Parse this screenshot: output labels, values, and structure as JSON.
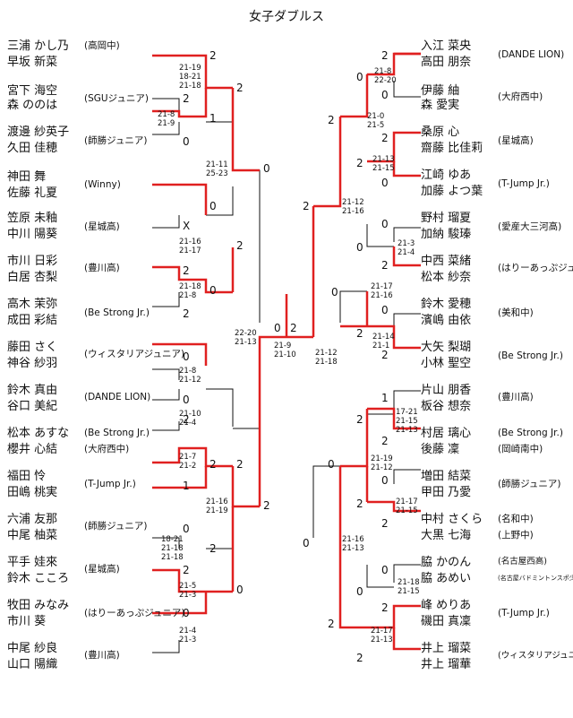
{
  "title": "女子ダブルス",
  "left_pairs": [
    {
      "p1": "三浦 かし乃",
      "p2": "早坂 新菜",
      "team": "(高岡中)"
    },
    {
      "p1": "宮下 海空",
      "p2": "森 ののは",
      "team": "(SGUジュニア)"
    },
    {
      "p1": "渡邊 紗英子",
      "p2": "久田 佳穂",
      "team": "(師勝ジュニア)"
    },
    {
      "p1": "神田 舞",
      "p2": "佐藤 礼夏",
      "team": "(Winny)"
    },
    {
      "p1": "笠原 未釉",
      "p2": "中川 陽葵",
      "team": "(星城高)"
    },
    {
      "p1": "市川 日彩",
      "p2": "白居 杏梨",
      "team": "(豊川高)"
    },
    {
      "p1": "高木 茉弥",
      "p2": "成田 彩結",
      "team": "(Be Strong Jr.)"
    },
    {
      "p1": "藤田 さく",
      "p2": "神谷 紗羽",
      "team": "(ウィスタリアジュニア)"
    },
    {
      "p1": "鈴木 真由",
      "p2": "谷口 美紀",
      "team": "(DANDE LION)"
    },
    {
      "p1": "松本 あすな",
      "p2": "櫻井 心結",
      "team": "(Be Strong Jr.)",
      "team2": "(大府西中)"
    },
    {
      "p1": "福田 怜",
      "p2": "田嶋 桃実",
      "team": "(T-Jump Jr.)"
    },
    {
      "p1": "六浦 友那",
      "p2": "中尾 柚菜",
      "team": "(師勝ジュニア)"
    },
    {
      "p1": "平手 娃來",
      "p2": "鈴木 こころ",
      "team": "(星城高)"
    },
    {
      "p1": "牧田 みなみ",
      "p2": "市川 葵",
      "team": "(はりーあっぷジュニア)"
    },
    {
      "p1": "中尾 紗良",
      "p2": "山口 陽織",
      "team": "(豊川高)"
    }
  ],
  "right_pairs": [
    {
      "p1": "入江 菜央",
      "p2": "高田 朋奈",
      "team": "(DANDE LION)"
    },
    {
      "p1": "伊藤 紬",
      "p2": "森 愛実",
      "team": "(大府西中)"
    },
    {
      "p1": "桑原 心",
      "p2": "齋藤 比佳莉",
      "team": "(星城高)"
    },
    {
      "p1": "江崎 ゆあ",
      "p2": "加藤 よつ葉",
      "team": "(T-Jump Jr.)"
    },
    {
      "p1": "野村 瑠夏",
      "p2": "加納 駿瑧",
      "team": "(愛産大三河高)"
    },
    {
      "p1": "中西 菜緒",
      "p2": "松本 紗奈",
      "team": "(はりーあっぷジュニア)"
    },
    {
      "p1": "鈴木 愛穂",
      "p2": "濱嶋 由依",
      "team": "(美和中)"
    },
    {
      "p1": "大矢 梨瑚",
      "p2": "小林 聖空",
      "team": "(Be Strong Jr.)"
    },
    {
      "p1": "片山 朋香",
      "p2": "板谷 想奈",
      "team": "(豊川高)"
    },
    {
      "p1": "村居 璃心",
      "p2": "後藤 凜",
      "team": "(Be Strong Jr.)",
      "team2": "(岡崎南中)"
    },
    {
      "p1": "増田 結菜",
      "p2": "甲田 乃愛",
      "team": "(師勝ジュニア)"
    },
    {
      "p1": "中村 さくら",
      "p2": "大黒 七海",
      "team": "(名和中)",
      "team2": "(上野中)"
    },
    {
      "p1": "脇 かのん",
      "p2": "脇 あめい",
      "team": "(名古屋西高)",
      "team2": "(名古屋バドミントンスポ少)"
    },
    {
      "p1": "峰 めりあ",
      "p2": "磯田 真凜",
      "team": "(T-Jump Jr.)"
    },
    {
      "p1": "井上 瑠菜",
      "p2": "井上 瑠華",
      "team": "(ウィスタリアジュニア)"
    }
  ],
  "results": {
    "l_r1": [
      "2",
      "2",
      "1",
      "0",
      "0",
      "X",
      "2",
      "0",
      "2",
      "0",
      "0",
      "2",
      "2",
      "1",
      "0",
      "2",
      "2",
      "0"
    ],
    "l_r1_scores": [
      "21-19",
      "18-21",
      "21-18",
      "21-8",
      "21-9",
      "21-16",
      "21-17",
      "21-18",
      "21-8",
      "21-8",
      "21-12",
      "21-10",
      "21-4",
      "21-7",
      "21-2",
      "18-21",
      "21-18",
      "21-18",
      "21-5",
      "21-3",
      "21-4",
      "21-3"
    ],
    "l_r2": [
      "2",
      "0",
      "0",
      "2",
      "0",
      "2",
      "0",
      "2"
    ],
    "l_r2_scores": [
      "21-11",
      "25-23",
      "21-16",
      "21-19"
    ],
    "l_r3": [
      "0",
      "2"
    ],
    "l_r3_scores": [
      "22-20",
      "21-13"
    ],
    "final": [
      "0",
      "2"
    ],
    "final_scores": [
      "21-9",
      "21-10"
    ],
    "r_r3": [
      "2",
      "0"
    ],
    "r_r3_scores": [
      "21-12",
      "21-18"
    ],
    "r_r2": [
      "2",
      "0",
      "0",
      "2"
    ],
    "r_r2_scores": [
      "21-12",
      "21-16",
      "21-16",
      "21-13"
    ],
    "r_r1_scores": [
      "21-8",
      "22-20",
      "21-0",
      "21-5",
      "21-13",
      "21-15",
      "21-3",
      "21-4",
      "21-17",
      "21-16",
      "21-14",
      "21-1",
      "17-21",
      "21-15",
      "21-13",
      "21-19",
      "21-12",
      "21-17",
      "21-15",
      "21-18",
      "21-15",
      "21-17",
      "21-13"
    ]
  }
}
